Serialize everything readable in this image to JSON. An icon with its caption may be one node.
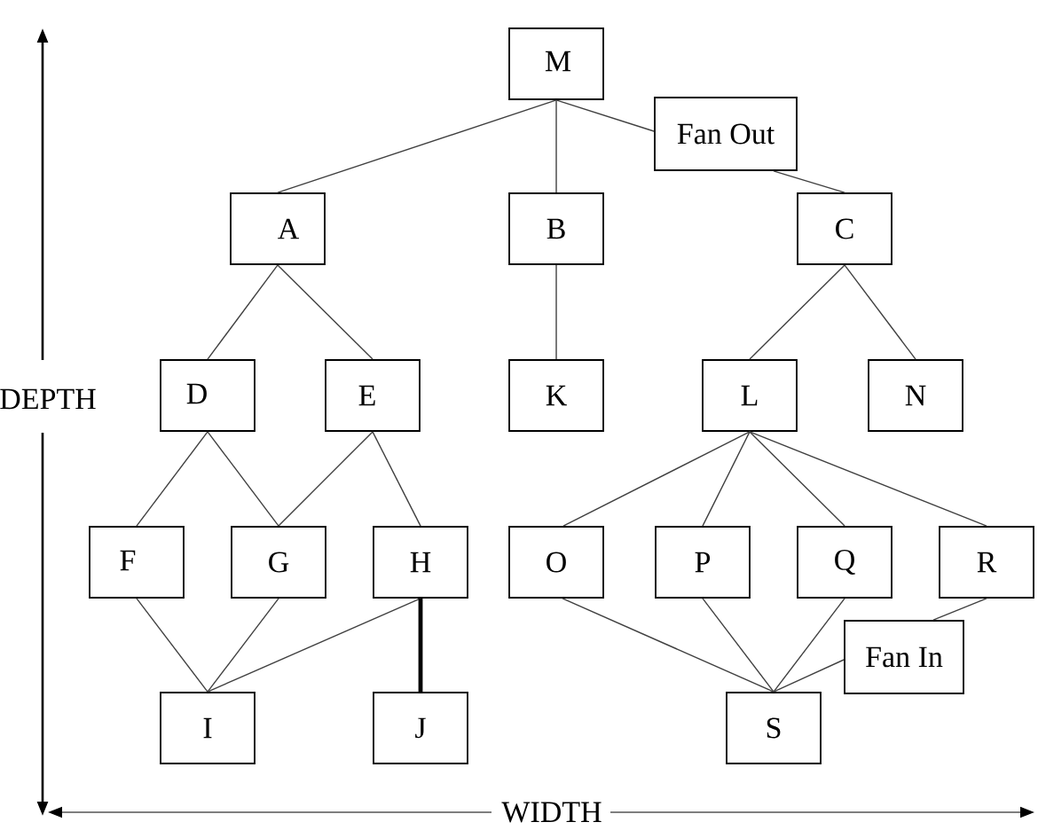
{
  "diagram": {
    "nodes": [
      {
        "text": [
          "M"
        ]
      },
      {
        "text": [
          "Fan Out"
        ]
      },
      {
        "text": [
          "A"
        ]
      },
      {
        "text": [
          "B"
        ]
      },
      {
        "text": [
          "C"
        ]
      },
      {
        "text": [
          "D"
        ]
      },
      {
        "text": [
          "E"
        ]
      },
      {
        "text": [
          "K"
        ]
      },
      {
        "text": [
          "L"
        ]
      },
      {
        "text": [
          "N"
        ]
      },
      {
        "text": [
          "F"
        ]
      },
      {
        "text": [
          "G"
        ]
      },
      {
        "text": [
          "H"
        ]
      },
      {
        "text": [
          "O"
        ]
      },
      {
        "text": [
          "P"
        ]
      },
      {
        "text": [
          "Q"
        ]
      },
      {
        "text": [
          "R"
        ]
      },
      {
        "text": [
          "Fan In"
        ]
      },
      {
        "text": [
          "I"
        ]
      },
      {
        "text": [
          "J"
        ]
      },
      {
        "text": [
          "S"
        ]
      }
    ],
    "edges": [
      {
        "from": 0,
        "to": 2,
        "arrow": "none"
      },
      {
        "from": 0,
        "to": 3,
        "arrow": "none"
      },
      {
        "from": 0,
        "to": 1,
        "arrow": "none"
      },
      {
        "from": 1,
        "to": 4,
        "arrow": "none"
      },
      {
        "from": 2,
        "to": 5,
        "arrow": "none"
      },
      {
        "from": 2,
        "to": 6,
        "arrow": "none"
      },
      {
        "from": 3,
        "to": 7,
        "arrow": "none"
      },
      {
        "from": 4,
        "to": 8,
        "arrow": "none"
      },
      {
        "from": 4,
        "to": 9,
        "arrow": "none"
      },
      {
        "from": 5,
        "to": 10,
        "arrow": "none"
      },
      {
        "from": 5,
        "to": 11,
        "arrow": "none"
      },
      {
        "from": 6,
        "to": 11,
        "arrow": "none"
      },
      {
        "from": 6,
        "to": 12,
        "arrow": "none"
      },
      {
        "from": 8,
        "to": 13,
        "arrow": "none"
      },
      {
        "from": 8,
        "to": 14,
        "arrow": "none"
      },
      {
        "from": 8,
        "to": 15,
        "arrow": "none"
      },
      {
        "from": 8,
        "to": 16,
        "arrow": "none"
      },
      {
        "from": 10,
        "to": 18,
        "arrow": "none"
      },
      {
        "from": 11,
        "to": 18,
        "arrow": "none"
      },
      {
        "from": 12,
        "to": 18,
        "arrow": "none"
      },
      {
        "from": 12,
        "to": 19,
        "arrow": "none",
        "style": "thick"
      },
      {
        "from": 13,
        "to": 20,
        "arrow": "none"
      },
      {
        "from": 14,
        "to": 20,
        "arrow": "none"
      },
      {
        "from": 15,
        "to": 20,
        "arrow": "none"
      },
      {
        "from": 16,
        "to": 17,
        "arrow": "none"
      },
      {
        "from": 17,
        "to": 20,
        "arrow": "none"
      }
    ],
    "labels": [
      "DEPTH",
      "WIDTH"
    ]
  }
}
